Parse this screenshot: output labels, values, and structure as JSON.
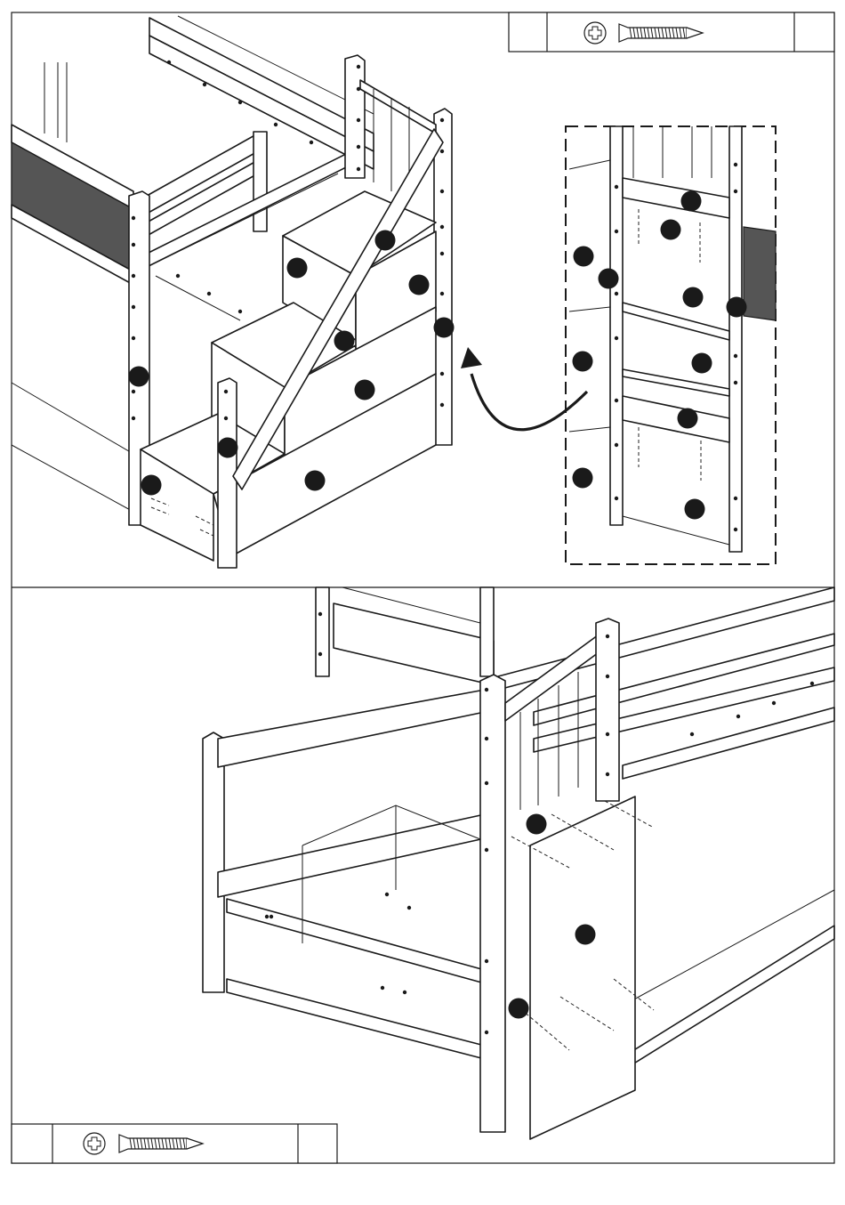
{
  "page": {
    "title": ""
  },
  "hardware_boxes": {
    "top": {
      "qty": "",
      "part": "",
      "icons": [
        "phillips-head-icon",
        "countersunk-screw-icon"
      ]
    },
    "bottom": {
      "qty": "",
      "part": "",
      "icons": [
        "phillips-head-icon",
        "countersunk-screw-icon"
      ]
    }
  },
  "panels": {
    "top": {
      "label": "stair-assembly-view"
    },
    "detail": {
      "label": "stair-interior-detail-view"
    },
    "bottom": {
      "label": "side-panel-attachment-view"
    }
  },
  "colors": {
    "ink": "#1a1a1a",
    "paper": "#ffffff",
    "shade": "#555555"
  }
}
